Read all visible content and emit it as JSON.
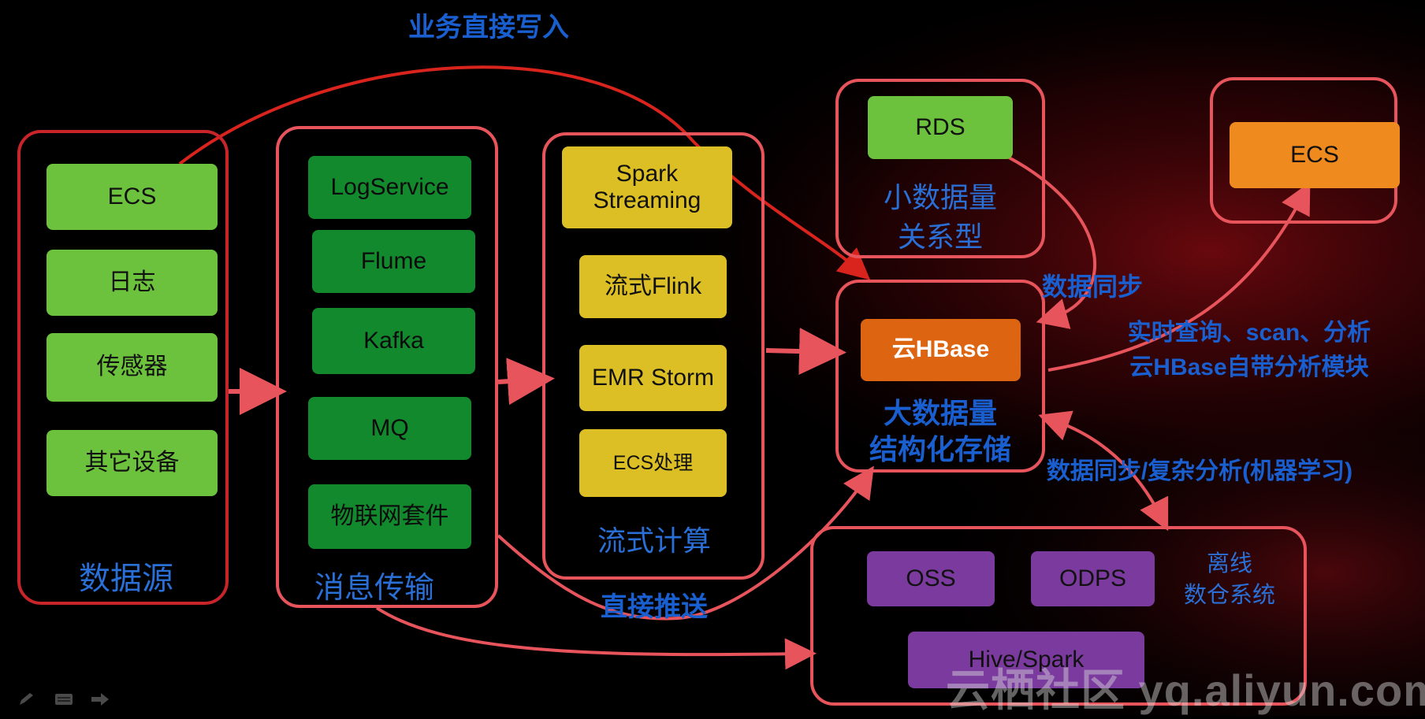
{
  "sources": {
    "title": "数据源",
    "items": [
      "ECS",
      "日志",
      "传感器",
      "其它设备"
    ]
  },
  "messaging": {
    "title": "消息传输",
    "items": [
      "LogService",
      "Flume",
      "Kafka",
      "MQ",
      "物联网套件"
    ]
  },
  "streaming": {
    "title": "流式计算",
    "items": [
      "Spark\nStreaming",
      "流式Flink",
      "EMR Storm",
      "ECS处理"
    ]
  },
  "rds": {
    "box": "RDS",
    "line1": "小数据量",
    "line2": "关系型"
  },
  "hbase": {
    "box": "云HBase",
    "line1": "大数据量",
    "line2": "结构化存储"
  },
  "ecs_right": {
    "box": "ECS"
  },
  "offline": {
    "items": [
      "OSS",
      "ODPS",
      "Hive/Spark"
    ],
    "line1": "离线",
    "line2": "数仓系统"
  },
  "annotations": {
    "direct_write": "业务直接写入",
    "direct_push": "直接推送",
    "data_sync": "数据同步",
    "realtime_line1": "实时查询、scan、分析",
    "realtime_line2": "云HBase自带分析模块",
    "sync_complex": "数据同步/复杂分析(机器学习)"
  },
  "watermark": "云栖社区 yq.aliyun.com",
  "colors": {
    "group_border": "#e8545c",
    "arrow": "#e8545c",
    "label_blue": "#2a6fd6",
    "light_green": "#6cc23c",
    "dark_green": "#13892e",
    "yellow": "#dcbf24",
    "purple": "#7b3a9e",
    "orange": "#ef8a1e"
  }
}
